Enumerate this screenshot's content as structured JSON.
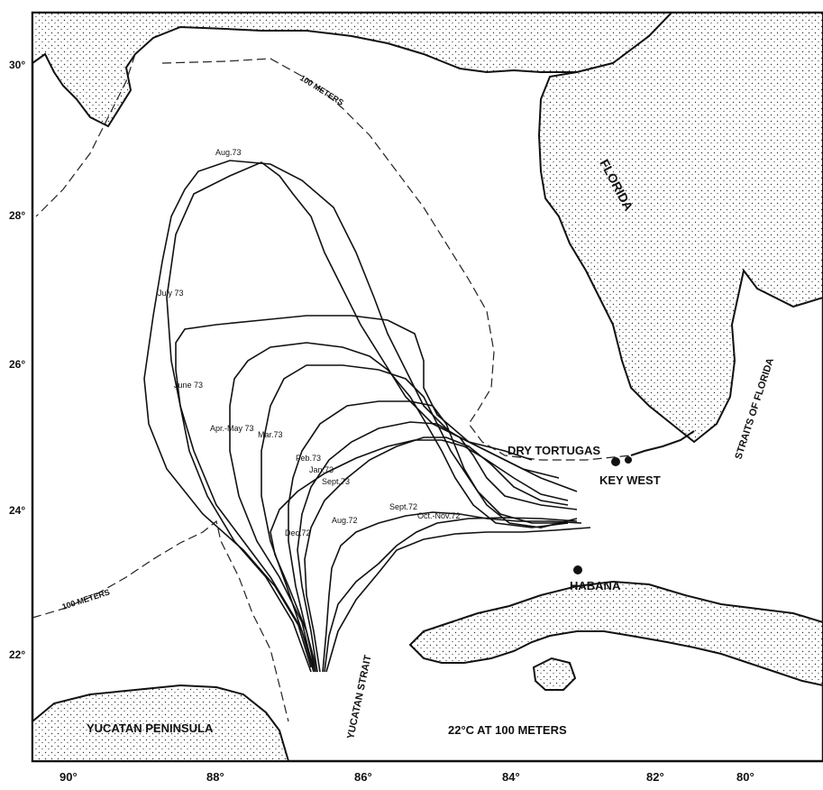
{
  "map": {
    "bottom_label": "22°C AT 100 METERS",
    "places": {
      "florida": "FLORIDA",
      "dry_tortugas": "DRY TORTUGAS",
      "key_west": "KEY WEST",
      "habana": "HABANA",
      "yucatan_peninsula": "YUCATAN PENINSULA",
      "yucatan_strait": "YUCATAN STRAIT",
      "straits_of_florida": "STRAITS OF FLORIDA"
    },
    "contours": {
      "upper": "100 METERS",
      "lower": "100 METERS"
    },
    "longitude_ticks": [
      "90°",
      "88°",
      "86°",
      "84°",
      "82°",
      "80°"
    ],
    "latitude_ticks": [
      "30°",
      "28°",
      "26°",
      "24°",
      "22°"
    ],
    "track_labels": {
      "aug73": "Aug.73",
      "july73": "July 73",
      "june73": "June 73",
      "aprmay73": "Apr.-May 73",
      "mar73": "Mar.73",
      "feb73": "Feb.73",
      "jan73": "Jan.73",
      "sept73": "Sept.73",
      "dec72": "Dec.72",
      "aug72": "Aug.72",
      "sept72": "Sept.72",
      "octnov72": "Oct.-Nov.72"
    }
  }
}
